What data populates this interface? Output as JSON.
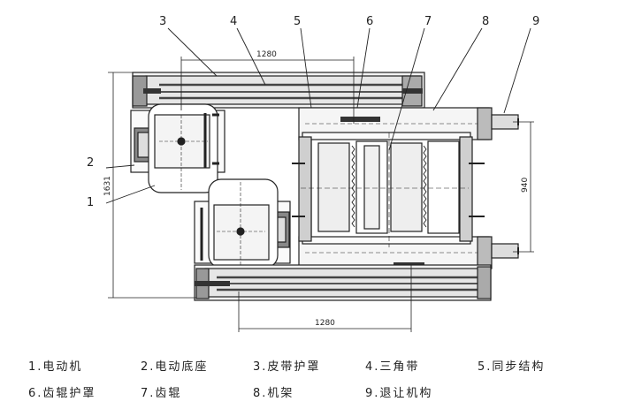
{
  "callouts": [
    "1",
    "2",
    "3",
    "4",
    "5",
    "6",
    "7",
    "8",
    "9"
  ],
  "dimensions": {
    "top_width": "1280",
    "bottom_width": "1280",
    "left_height": "1631",
    "right_height": "940"
  },
  "legend": [
    [
      "1.电动机",
      "2.电动底座",
      "3.皮带护罩",
      "4.三角带",
      "5.同步结构"
    ],
    [
      "6.齿辊护罩",
      "7.齿辊",
      "8.机架",
      "9.退让机构"
    ]
  ],
  "colors": {
    "line": "#222222",
    "shade": "#3a3a3a",
    "light": "#bdbdbd"
  }
}
